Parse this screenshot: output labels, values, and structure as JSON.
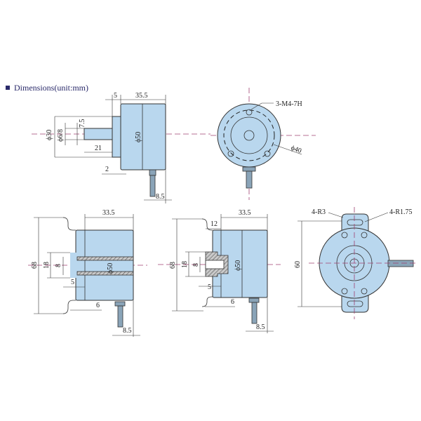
{
  "header": {
    "bullet_icon": "square-bullet-icon",
    "title": "Dimensions(unit:mm)"
  },
  "colors": {
    "body_fill": "#b9d7ee",
    "centerline": "#a04070",
    "title": "#2a2a6a"
  },
  "views": {
    "side_top": {
      "d_flange": "ϕ30",
      "d_shaft": "ϕ6/8",
      "shaft_step": "7.5",
      "shaft_len": "21",
      "flange_thk": "5",
      "body_len": "35.5",
      "d_body": "ϕ50",
      "gap": "2",
      "cable_off": "8.5"
    },
    "front_top": {
      "holes": "3-M4-7H",
      "bolt_circle": "ϕ40"
    },
    "side_hollow": {
      "d_outer": "68",
      "d_hub": "18",
      "d_bore": "8",
      "body_len": "33.5",
      "d_body": "ϕ50",
      "step": "5",
      "offset": "6",
      "cable_off": "8.5"
    },
    "side_blind": {
      "d_outer": "68",
      "d_hub": "18",
      "d_bore": "8",
      "hub_len": "12",
      "body_len": "33.5",
      "d_body": "ϕ50",
      "step": "5",
      "offset": "6",
      "cable_off": "8.5"
    },
    "front_bottom": {
      "radius_outer": "4-R3",
      "radius_inner": "4-R1.75",
      "height": "60"
    }
  }
}
